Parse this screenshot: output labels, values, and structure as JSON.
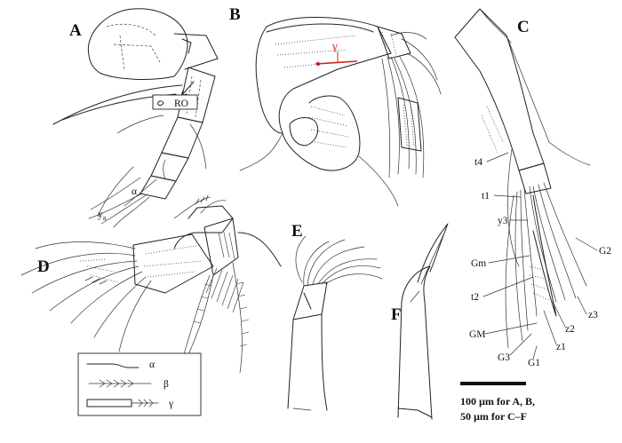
{
  "panels": {
    "A": "A",
    "B": "B",
    "C": "C",
    "D": "D",
    "E": "E",
    "F": "F"
  },
  "labels": {
    "a_ro": "RO",
    "a_alpha": "α",
    "a_ya": "y",
    "a_ya_sub": "a",
    "b_gamma": "γ",
    "c_t4": "t4",
    "c_t1": "t1",
    "c_y3": "y3",
    "c_g2": "G2",
    "c_gm_lower": "Gm",
    "c_t2": "t2",
    "c_z3": "z3",
    "c_z2": "z2",
    "c_gm_upper": "GM",
    "c_z1": "z1",
    "c_g3": "G3",
    "c_g1": "G1"
  },
  "legend": {
    "alpha": "α",
    "beta": "β",
    "gamma": "γ"
  },
  "scale_bar": {
    "line1": "100 µm for A, B,",
    "line2": "50 µm for C–F"
  },
  "colors": {
    "ink": "#222222",
    "accent_red": "#d42020"
  }
}
